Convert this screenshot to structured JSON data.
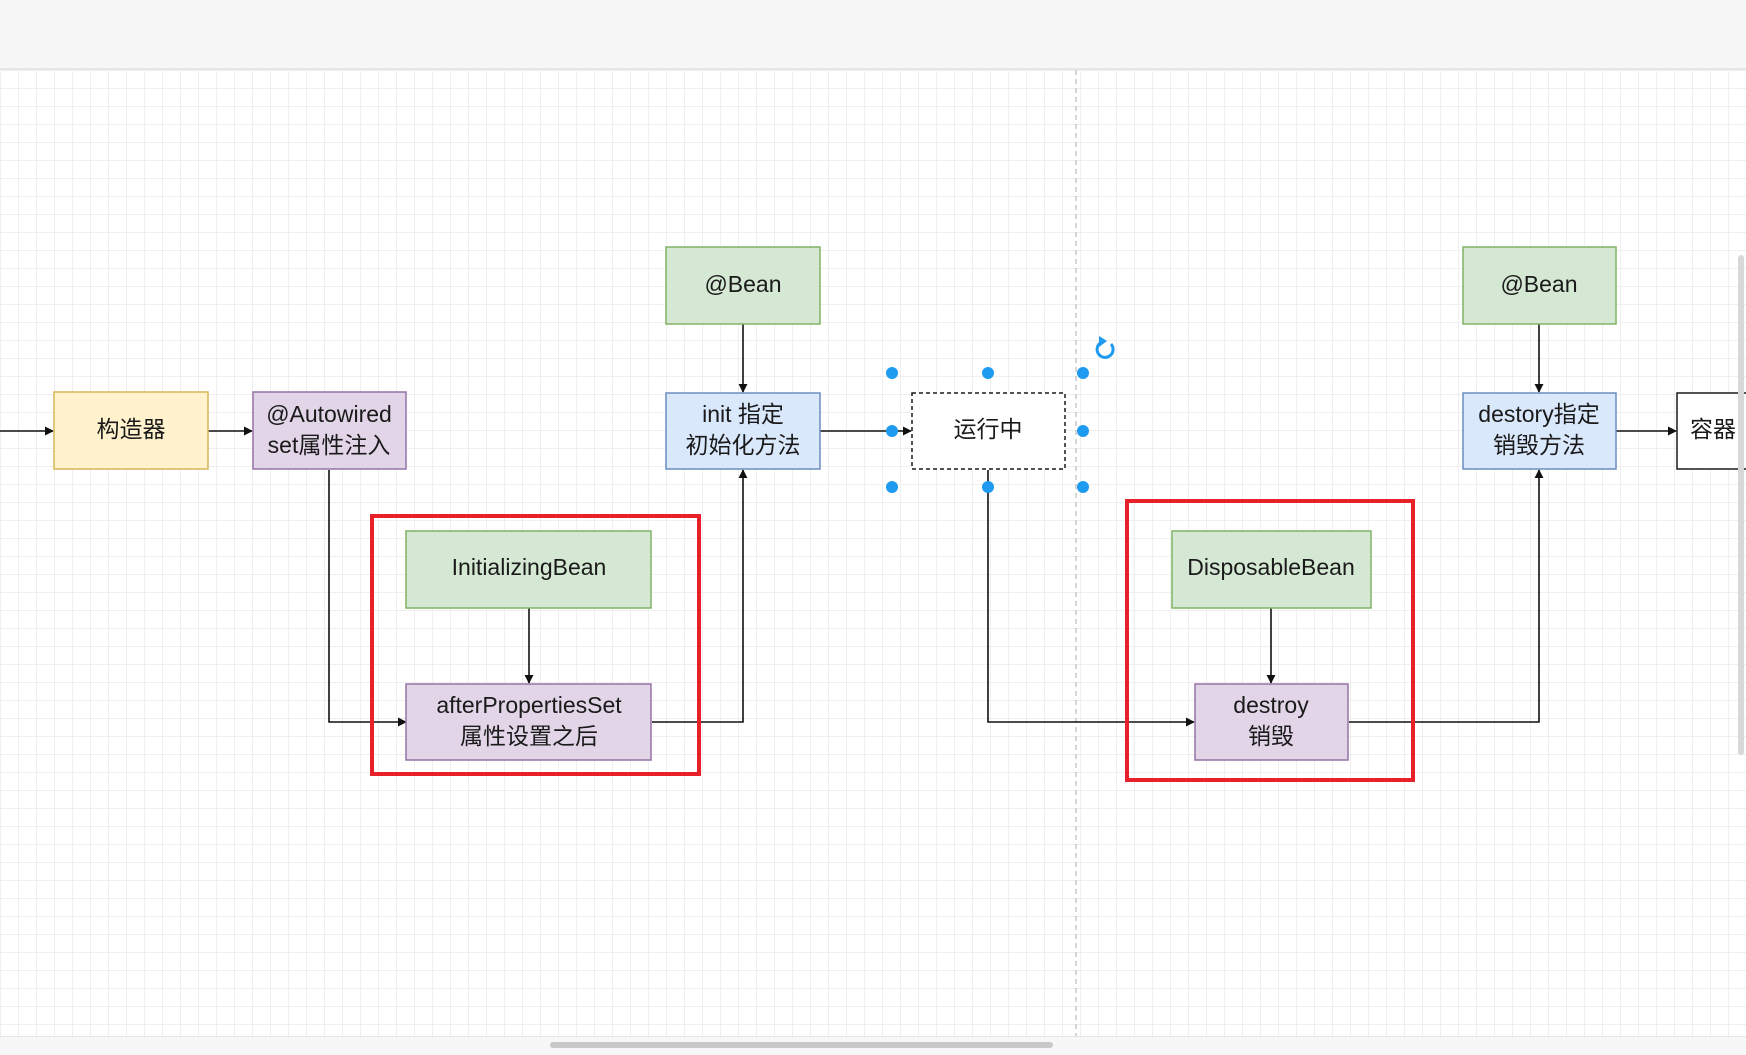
{
  "diagram": {
    "nodes": {
      "constructor": {
        "label": "构造器",
        "fill": "#fff2cc",
        "stroke": "#d6b656"
      },
      "autowired": {
        "lines": [
          "@Autowired",
          "set属性注入"
        ],
        "fill": "#e1d5e7",
        "stroke": "#9673a6"
      },
      "initializing_bean": {
        "label": "InitializingBean",
        "fill": "#d5e8d4",
        "stroke": "#82b366"
      },
      "after_properties_set": {
        "lines": [
          "afterPropertiesSet",
          "属性设置之后"
        ],
        "fill": "#e1d5e7",
        "stroke": "#9673a6"
      },
      "bean_init": {
        "label": "@Bean",
        "fill": "#d5e8d4",
        "stroke": "#82b366"
      },
      "init_method": {
        "lines": [
          "init 指定",
          "初始化方法"
        ],
        "fill": "#dae8fc",
        "stroke": "#6c8ebf"
      },
      "running": {
        "label": "运行中",
        "fill": "#ffffff",
        "stroke": "#1a1a1a"
      },
      "disposable_bean": {
        "label": "DisposableBean",
        "fill": "#d5e8d4",
        "stroke": "#82b366"
      },
      "destroy": {
        "lines": [
          "destroy",
          "销毁"
        ],
        "fill": "#e1d5e7",
        "stroke": "#9673a6"
      },
      "bean_destroy": {
        "label": "@Bean",
        "fill": "#d5e8d4",
        "stroke": "#82b366"
      },
      "destory_method": {
        "lines": [
          "destory指定",
          "销毁方法"
        ],
        "fill": "#dae8fc",
        "stroke": "#6c8ebf"
      },
      "container": {
        "label": "容器",
        "fill": "#ffffff",
        "stroke": "#1a1a1a"
      }
    },
    "highlight_color": "#e8202a",
    "selection_color": "#1e9bf0"
  }
}
